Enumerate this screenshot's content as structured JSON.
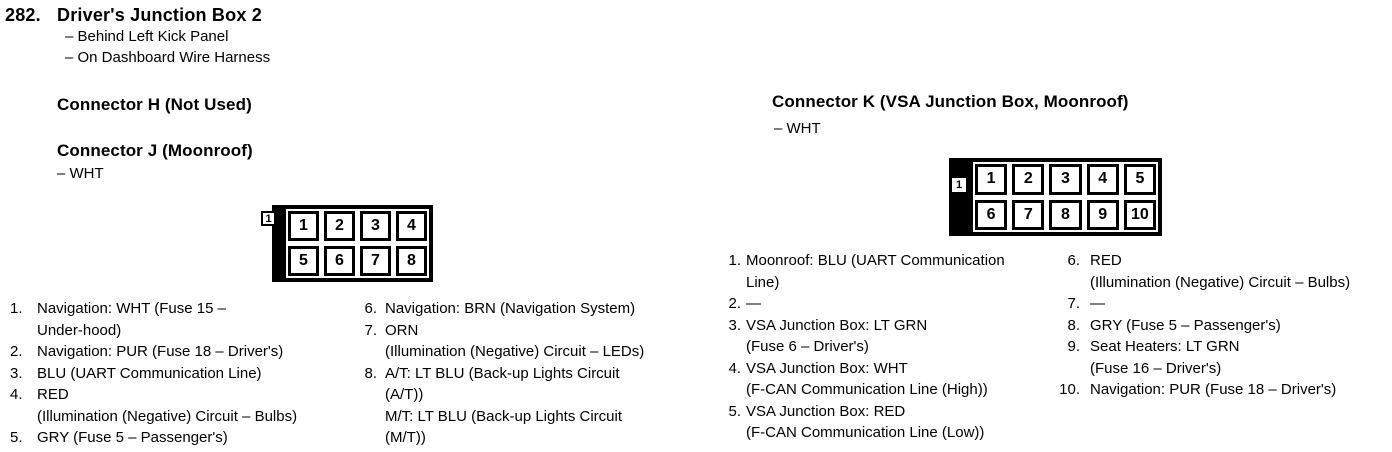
{
  "header": {
    "number": "282.",
    "title": "Driver's Junction Box 2",
    "notes": [
      "– Behind Left Kick Panel",
      "– On Dashboard Wire Harness"
    ]
  },
  "connector_h": {
    "heading": "Connector H (Not Used)"
  },
  "connector_j": {
    "heading": "Connector J (Moonroof)",
    "wire_color": "– WHT",
    "diagram": {
      "cavity_label": "1",
      "rows": [
        [
          "1",
          "2",
          "3",
          "4"
        ],
        [
          "5",
          "6",
          "7",
          "8"
        ]
      ]
    },
    "pin_columns": [
      [
        {
          "num": "1.",
          "lines": [
            "Navigation: WHT (Fuse 15 –",
            "Under-hood)"
          ]
        },
        {
          "num": "2.",
          "lines": [
            "Navigation: PUR (Fuse 18 – Driver's)"
          ]
        },
        {
          "num": "3.",
          "lines": [
            "BLU (UART Communication Line)"
          ]
        },
        {
          "num": "4.",
          "lines": [
            "RED",
            "(Illumination (Negative) Circuit – Bulbs)"
          ]
        },
        {
          "num": "5.",
          "lines": [
            "GRY (Fuse 5 – Passenger's)"
          ]
        }
      ],
      [
        {
          "num": "6.",
          "lines": [
            "Navigation: BRN (Navigation System)"
          ]
        },
        {
          "num": "7.",
          "lines": [
            "ORN",
            "(Illumination (Negative) Circuit – LEDs)"
          ]
        },
        {
          "num": "8.",
          "lines": [
            "A/T: LT BLU (Back-up Lights Circuit",
            "(A/T))",
            "M/T: LT BLU (Back-up Lights Circuit",
            "(M/T))"
          ]
        }
      ]
    ]
  },
  "connector_k": {
    "heading": "Connector K (VSA Junction Box, Moonroof)",
    "wire_color": "– WHT",
    "diagram": {
      "cavity_label": "1",
      "rows": [
        [
          "1",
          "2",
          "3",
          "4",
          "5"
        ],
        [
          "6",
          "7",
          "8",
          "9",
          "10"
        ]
      ]
    },
    "pin_columns": [
      [
        {
          "num": "1.",
          "lines": [
            "Moonroof: BLU (UART Communication",
            "Line)"
          ]
        },
        {
          "num": "2.",
          "lines": [
            "—"
          ]
        },
        {
          "num": "3.",
          "lines": [
            "VSA Junction Box: LT GRN",
            "(Fuse 6 – Driver's)"
          ]
        },
        {
          "num": "4.",
          "lines": [
            "VSA Junction Box: WHT",
            "(F-CAN Communication Line (High))"
          ]
        },
        {
          "num": "5.",
          "lines": [
            "VSA Junction Box: RED",
            "(F-CAN Communication Line (Low))"
          ]
        }
      ],
      [
        {
          "num": "6.",
          "lines": [
            "RED",
            "(Illumination (Negative) Circuit – Bulbs)"
          ]
        },
        {
          "num": "7.",
          "lines": [
            "—"
          ]
        },
        {
          "num": "8.",
          "lines": [
            "GRY (Fuse 5 – Passenger's)"
          ]
        },
        {
          "num": "9.",
          "lines": [
            "Seat Heaters: LT GRN",
            "(Fuse 16 – Driver's)"
          ]
        },
        {
          "num": "10.",
          "lines": [
            "Navigation: PUR (Fuse 18 – Driver's)"
          ]
        }
      ]
    ]
  },
  "colors": {
    "ink": "#000000",
    "paper": "#ffffff"
  }
}
